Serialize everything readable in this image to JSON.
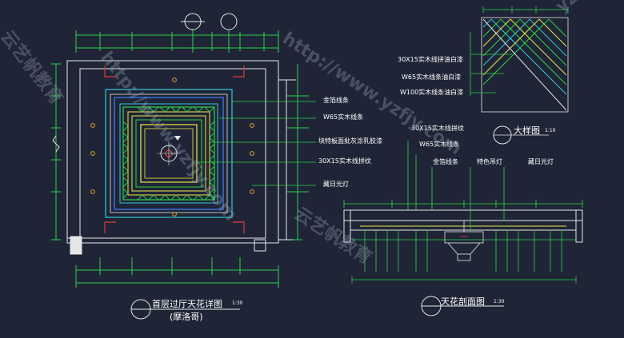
{
  "colors": {
    "background": "#1f2536",
    "line_green": "#2bd14a",
    "line_white": "#e6e6e6",
    "line_yellow": "#e8e84a",
    "line_cyan": "#35c8d8",
    "line_blue": "#3a6fd8",
    "line_red": "#e03a3a",
    "line_magenta": "#d04ad0",
    "text": "#ffffff"
  },
  "plan_labels": [
    "金箔线条",
    "W65实木线条",
    "块特板面批灰涂乳胶漆",
    "30X15实木线拼纹",
    "藏日光灯"
  ],
  "detail_labels": [
    "30X15实木线拼油白漆",
    "W65实木线条油白漆",
    "W100实木线条油白漆"
  ],
  "section_labels": {
    "wood_grid": "30X15实木线拼纹",
    "w65": "W65实木线条",
    "gold": "金箔线条",
    "lamp": "特色吊灯",
    "fluor": "藏日光灯"
  },
  "titles": {
    "plan_title": "首层过厅天花详图",
    "plan_scale": "1:30",
    "plan_subtitle": "(摩洛哥)",
    "detail_title": "大样图",
    "detail_scale": "1:10",
    "section_title": "天花剖面图",
    "section_scale": "1:30"
  },
  "watermarks": {
    "site": "http://www.yzfjy.com",
    "brand": "云艺帆教育",
    "short": "yzfjy"
  }
}
